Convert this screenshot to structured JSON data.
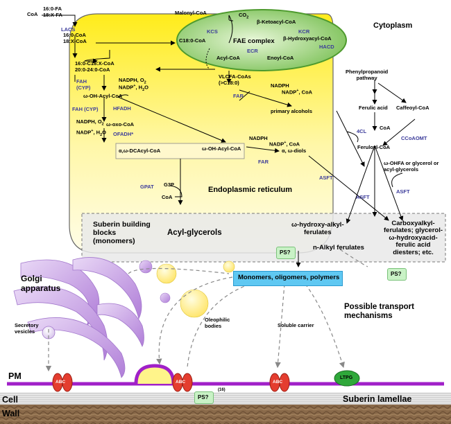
{
  "regions": {
    "cytoplasm": "Cytoplasm",
    "er": "Endoplasmic reticulum",
    "fae": "FAE complex",
    "golgi": "Golgi\napparatus",
    "transport": "Possible transport\nmechanisms",
    "pm": "PM",
    "cell": "Cell",
    "wall": "Wall",
    "suberin_lamellae": "Suberin lamellae",
    "building_blocks": "Suberin building\nblocks\n(monomers)"
  },
  "metabolites": {
    "fa_in": "16:0-FA\n18:X-FA",
    "coa_top": "CoA",
    "malonyl": "Malonyl-CoA",
    "co2": "CO",
    "co2_sub": "2",
    "fa_coa": "16:0-CoA\n18:X-CoA",
    "c18coa": "C18:0-CoA",
    "ketoacyl": "β-Ketoacyl-CoA",
    "hydroxyacyl": "β-Hydroxyacyl-CoA",
    "enoyl": "Enoyl-CoA",
    "acylcoa": "Acyl-CoA",
    "long_coa": "16:0-C18:X-CoA\n20:0-24:0-CoA",
    "vlcfa": "VLCFA-CoAs\n(>C18:0)",
    "nadph_o2_1": "NADPH, O",
    "nadp_h2o_1": "NADP",
    "omega_oh_acyl": "ω-OH-Acyl-CoA",
    "nadph_o2_2": "NADPH, O",
    "nadp_h2o_2": "NADP",
    "omega_oxo": "ω-oxo-CoA",
    "dca": "α,ω-DCAcyl-CoA",
    "omega_oh_acyl2": "ω-OH-Acyl-CoA",
    "nadph_far1": "NADPH",
    "nadp_coa_far1": "NADP",
    "primary_alcohols": "primary alcohols",
    "nadph_far2": "NADPH",
    "nadp_coa_far2": "NADP",
    "diols": "α, ω-diols",
    "g3p": "G3P",
    "coa_gpat": "CoA",
    "acyl_glycerols": "Acyl-glycerols",
    "phenylpropanoid": "Phenylpropanoid\npathway",
    "ferulic": "Ferulic acid",
    "caffeoyl": "Caffeoyl-CoA",
    "coa_4cl": "CoA",
    "feruloyl": "Feruloyl-CoA",
    "ohfa": "ω-OHFA or glycerol or\nacyl-glycerols",
    "hydroxyalkyl": "ω-hydroxy-alkyl-\nferulates",
    "nalkyl": "n-Alkyl ferulates",
    "carboxyalkyl": "Carboxyalkyl-\nferulates; glycerol-\nω-hydroxyacid-\nferulic acid\ndiesters; etc.",
    "mop": "Monomers, oligomers, polymers",
    "oleophilic": "Oleophilic\nbodies",
    "secretory": "Secretory\nvesicles",
    "soluble": "Soluble carrier",
    "ref16": "(16)",
    "nadp_plus": "+",
    "o2_sub": "2",
    "h2o_tail": ", H",
    "h2o_sub": "2",
    "h2o_o": "O",
    "coa_tail": ", CoA",
    "ofadh_star": "*",
    "alpha_omega": "α,ω-DCAcyl-CoA"
  },
  "enzymes": {
    "lacs": "LACS",
    "kcs": "KCS",
    "kcr": "KCR",
    "hacd": "HACD",
    "ecr": "ECR",
    "fah_cyp_1": "FAH\n(CYP)",
    "fah_cyp_2": "FAH (CYP)",
    "hfadh": "HFADH",
    "ofadh": "OFADH",
    "far1": "FAR",
    "far2": "FAR",
    "gpat": "GPAT",
    "fourcl": "4CL",
    "ccoaomt": "CCoAOMT",
    "asft1": "ASFT",
    "asft2": "ASFT",
    "asft3": "ASFT"
  },
  "transporters": {
    "ps_1": "PS?",
    "ps_2": "PS?",
    "ps_3": "PS?",
    "abc_1": "ABC",
    "abc_2": "ABC",
    "abc_3": "ABC",
    "ltpg": "LTPG"
  },
  "colors": {
    "er_yellow": "#fff23a",
    "fae_green": "#8fce6a",
    "blue_box": "#5fc8f2",
    "ps_green": "#c9f2c6",
    "abc_red": "#e43d2f",
    "ltpg_green": "#2fa83a",
    "pm_purple": "#a020c8",
    "golgi_purple": "#c9a3e6",
    "enzyme_blue": "#3b3b9a"
  }
}
